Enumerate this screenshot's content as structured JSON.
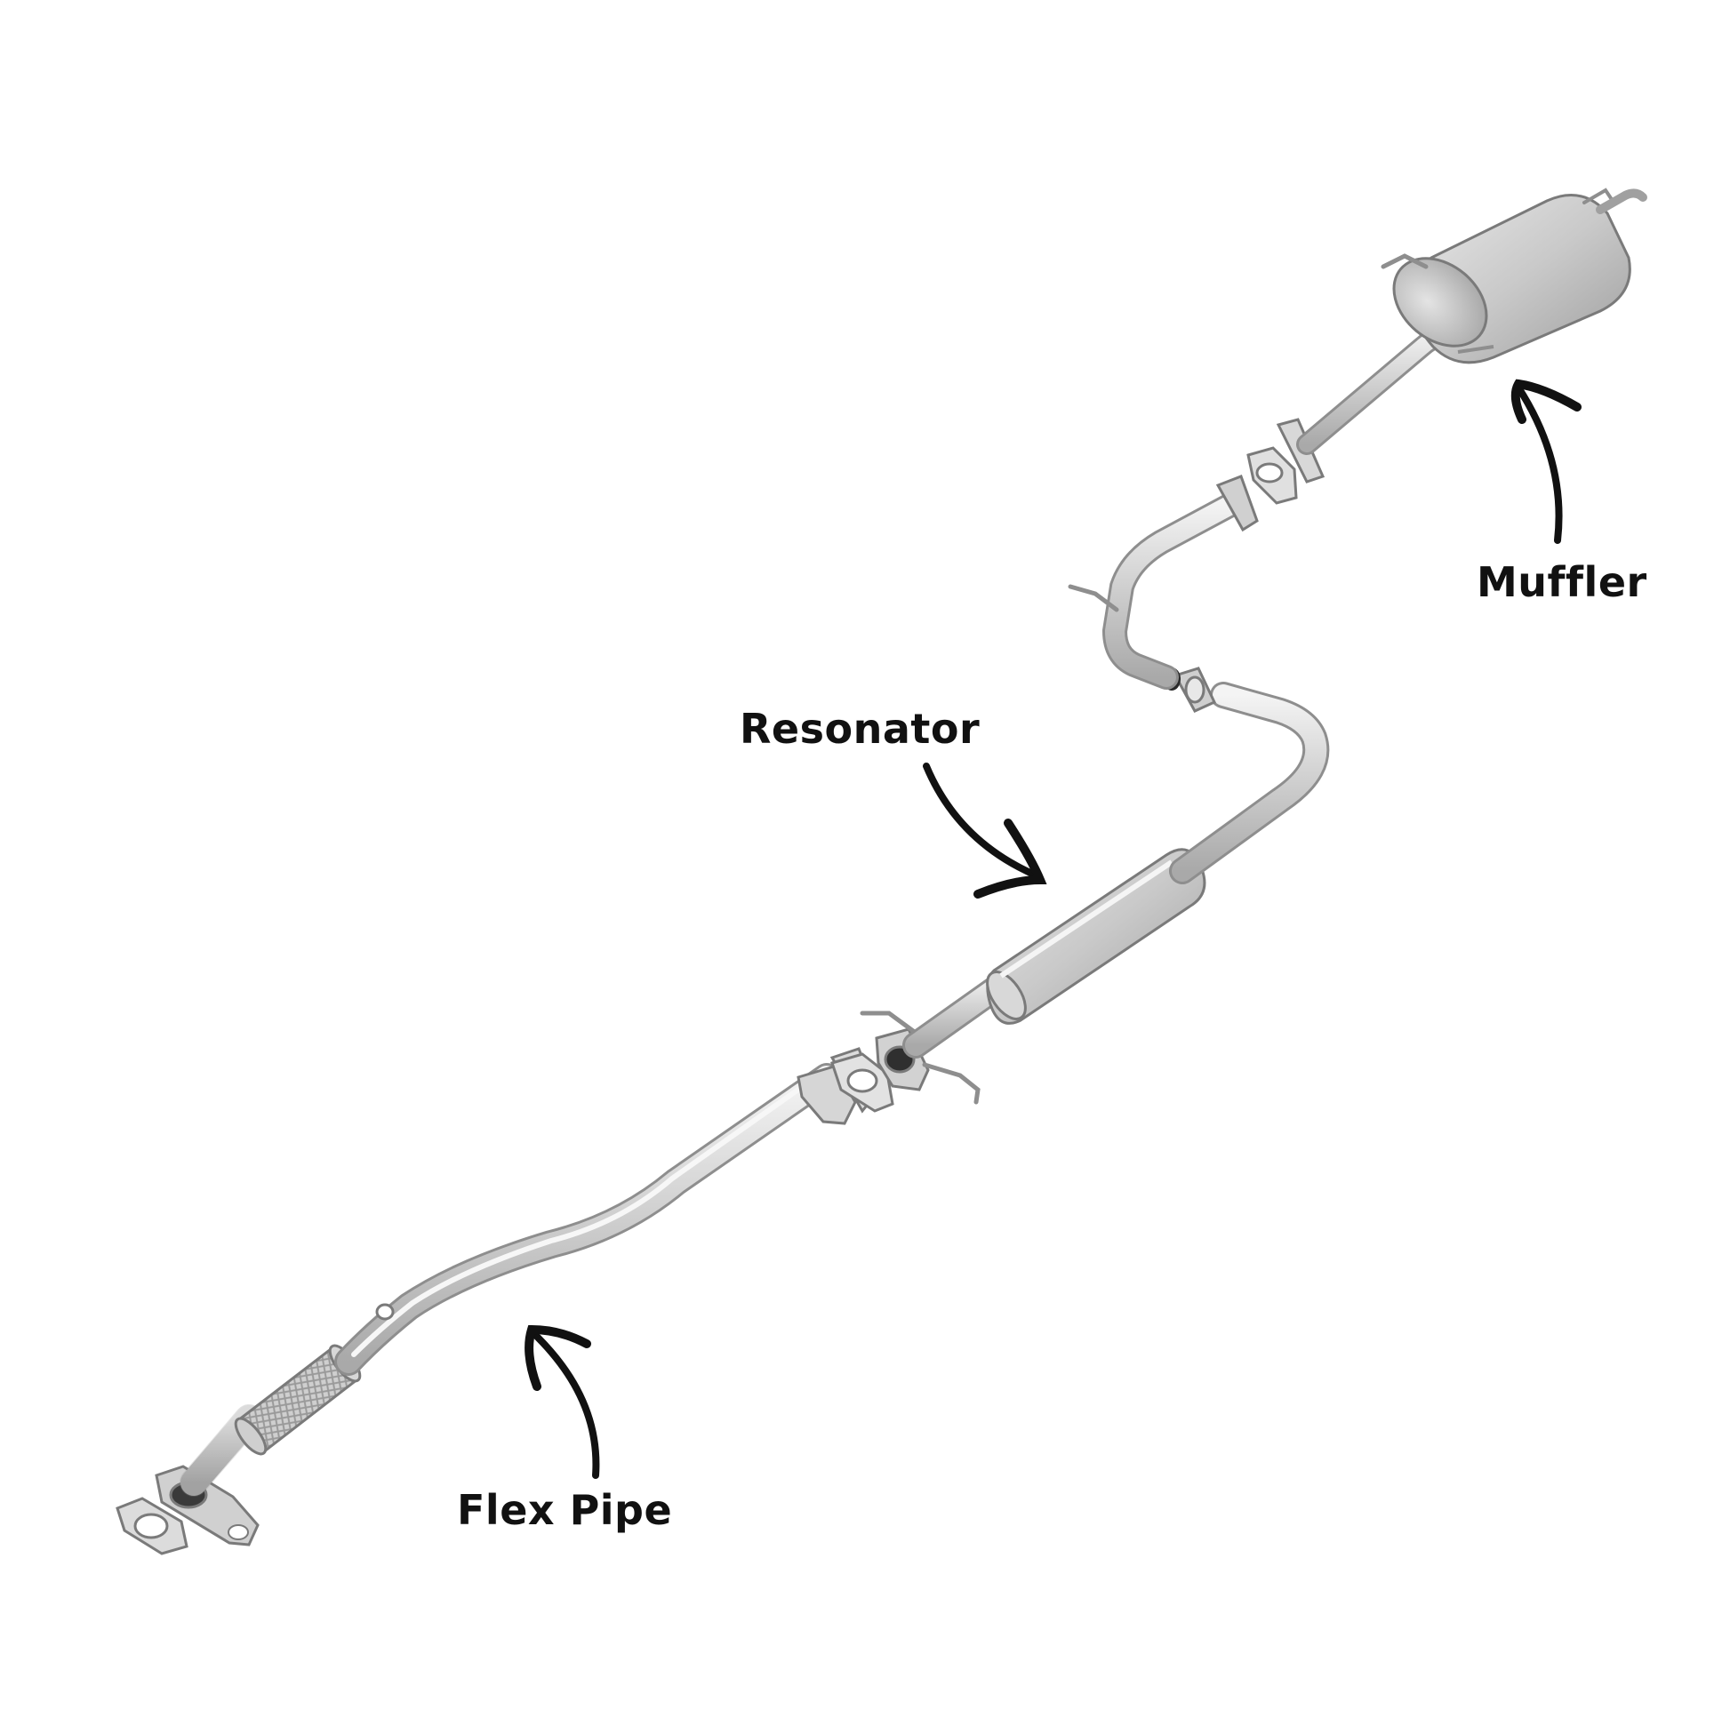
{
  "labels": {
    "muffler": "Muffler",
    "resonator": "Resonator",
    "flex_pipe": "Flex Pipe"
  },
  "colors": {
    "background": "#ffffff",
    "metal_light": "#e6e6e6",
    "metal_mid": "#c4c4c4",
    "metal_dark": "#8e8e8e",
    "outline": "#7a7a7a",
    "arrow": "#111111",
    "label": "#111111"
  }
}
